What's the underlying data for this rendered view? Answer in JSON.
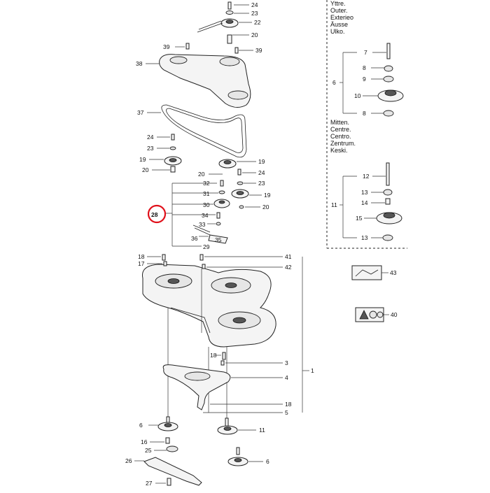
{
  "callouts": {
    "n24a": "24",
    "n23a": "23",
    "n22": "22",
    "n20a": "20",
    "n39a": "39",
    "n39b": "39",
    "n38": "38",
    "n37": "37",
    "n24b": "24",
    "n23b": "23",
    "n19a": "19",
    "n20b": "20",
    "n19b": "19",
    "n20c": "20",
    "n24c": "24",
    "n32": "32",
    "n23c": "23",
    "n31": "31",
    "n19c": "19",
    "n30": "30",
    "n20d": "20",
    "n28": "28",
    "n34": "34",
    "n33": "33",
    "n36": "36",
    "n35": "35",
    "n29": "29",
    "n18a": "18",
    "n17": "17",
    "n41": "41",
    "n42": "42",
    "n18b": "18",
    "n3": "3",
    "n1": "1",
    "n4": "4",
    "n18c": "18",
    "n5": "5",
    "n6a": "6",
    "n11a": "11",
    "n16": "16",
    "n25": "25",
    "n26": "26",
    "n6b": "6",
    "n27": "27",
    "p7": "7",
    "p8a": "8",
    "p9": "9",
    "p6": "6",
    "p10": "10",
    "p8b": "8",
    "p12": "12",
    "p13a": "13",
    "p14": "14",
    "p11": "11",
    "p15": "15",
    "p13b": "13",
    "p43": "43",
    "p40": "40"
  },
  "inset_labels": {
    "outer": [
      "Yttre.",
      "Outer.",
      "Exterieo",
      "Äusse",
      "Ulko."
    ],
    "center": [
      "Mitten.",
      "Centre.",
      "Centro.",
      "Zentrum.",
      "Keski."
    ]
  },
  "highlight": {
    "part": "28",
    "color": "#e0101a"
  }
}
